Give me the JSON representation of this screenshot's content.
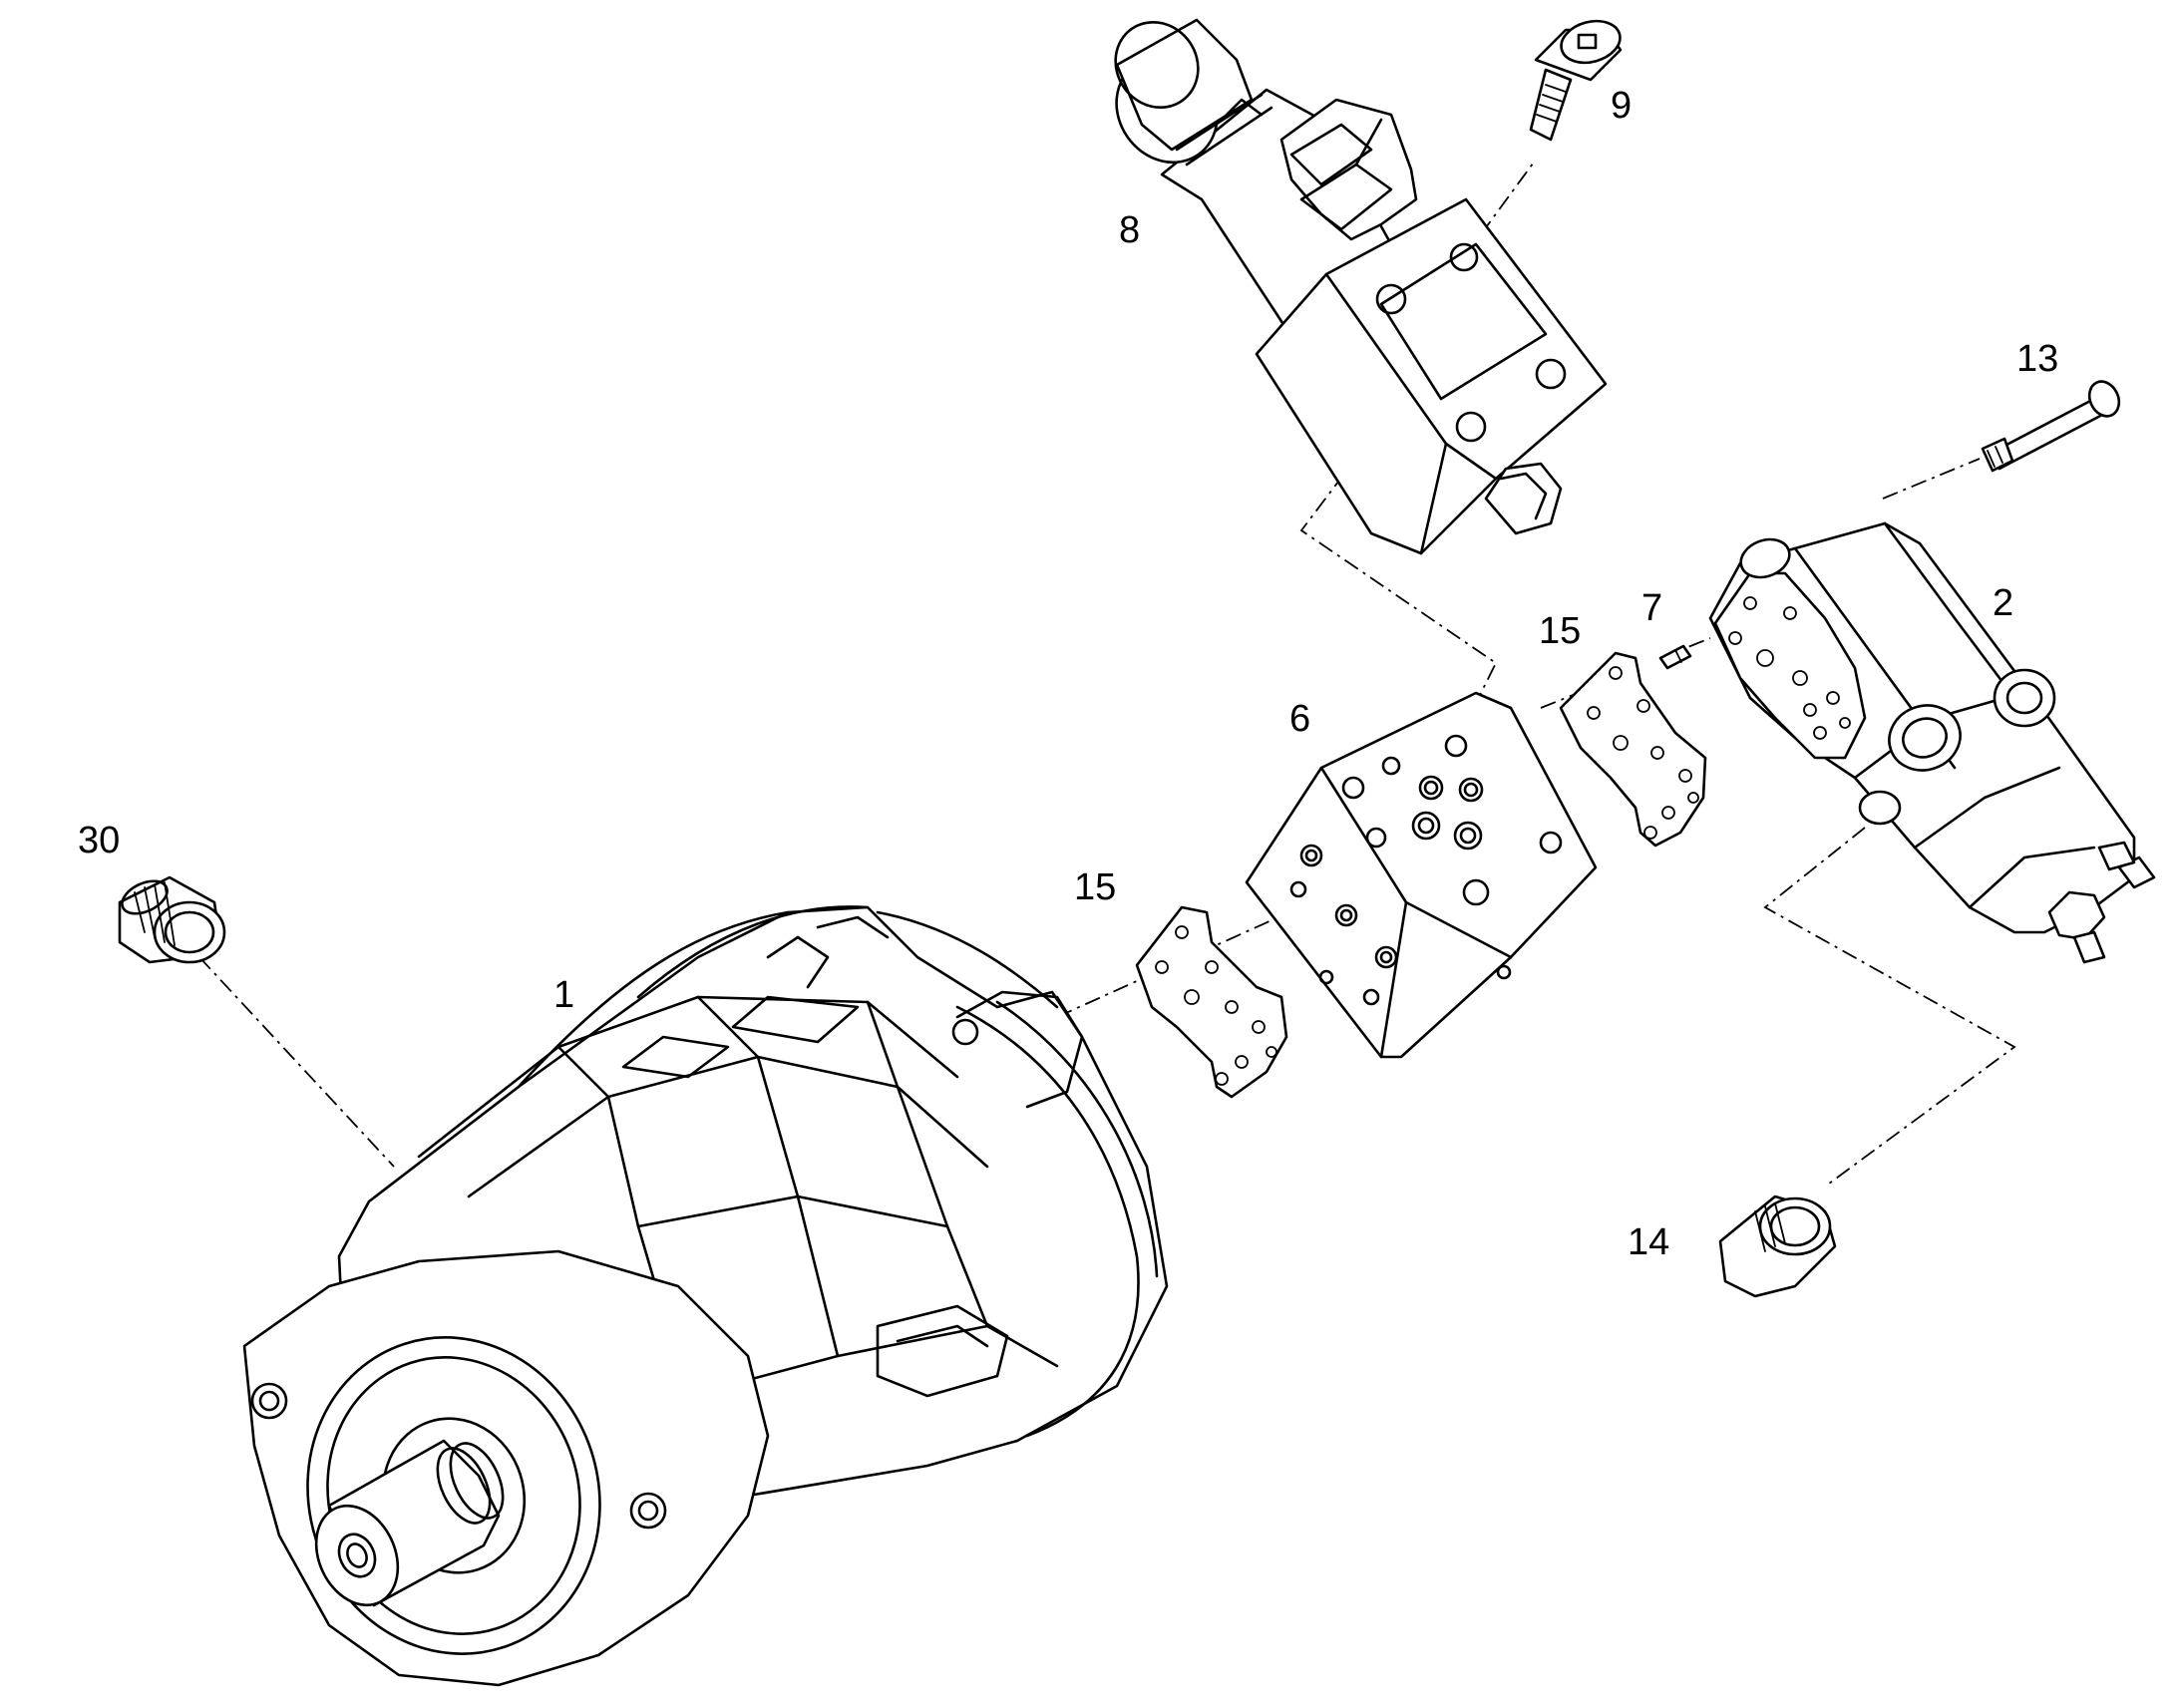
{
  "diagram": {
    "type": "exploded parts view",
    "callouts": [
      {
        "id": "p1",
        "label": "1"
      },
      {
        "id": "p2",
        "label": "2"
      },
      {
        "id": "p6",
        "label": "6"
      },
      {
        "id": "p7",
        "label": "7"
      },
      {
        "id": "p8",
        "label": "8"
      },
      {
        "id": "p9",
        "label": "9"
      },
      {
        "id": "p13",
        "label": "13"
      },
      {
        "id": "p14",
        "label": "14"
      },
      {
        "id": "p15a",
        "label": "15"
      },
      {
        "id": "p15b",
        "label": "15"
      },
      {
        "id": "p30",
        "label": "30"
      }
    ]
  }
}
